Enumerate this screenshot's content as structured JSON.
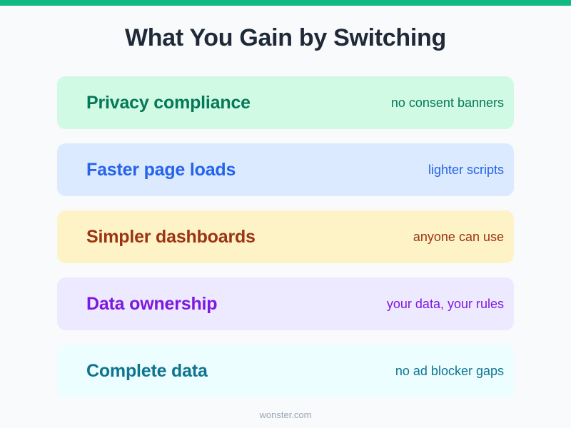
{
  "theme": {
    "page_background": "#f8fafc",
    "accent_bar_color": "#10b981",
    "title_color": "#1f2937",
    "footer_color": "#9aa4b5"
  },
  "header": {
    "title": "What You Gain by Switching"
  },
  "benefits": [
    {
      "title": "Privacy compliance",
      "subtitle": "no consent banners",
      "background": "#d1fae5",
      "text_color": "#047857",
      "slug": "privacy-compliance"
    },
    {
      "title": "Faster page loads",
      "subtitle": "lighter scripts",
      "background": "#dbeafe",
      "text_color": "#2563eb",
      "slug": "faster-page-loads"
    },
    {
      "title": "Simpler dashboards",
      "subtitle": "anyone can use",
      "background": "#fef3c7",
      "text_color": "#9a3412",
      "slug": "simpler-dashboards"
    },
    {
      "title": "Data ownership",
      "subtitle": "your data, your rules",
      "background": "#ede9fe",
      "text_color": "#7c18e0",
      "slug": "data-ownership"
    },
    {
      "title": "Complete data",
      "subtitle": "no ad blocker gaps",
      "background": "#ecfeff",
      "text_color": "#0e7490",
      "slug": "complete-data"
    }
  ],
  "footer": {
    "site": "wonster.com"
  }
}
